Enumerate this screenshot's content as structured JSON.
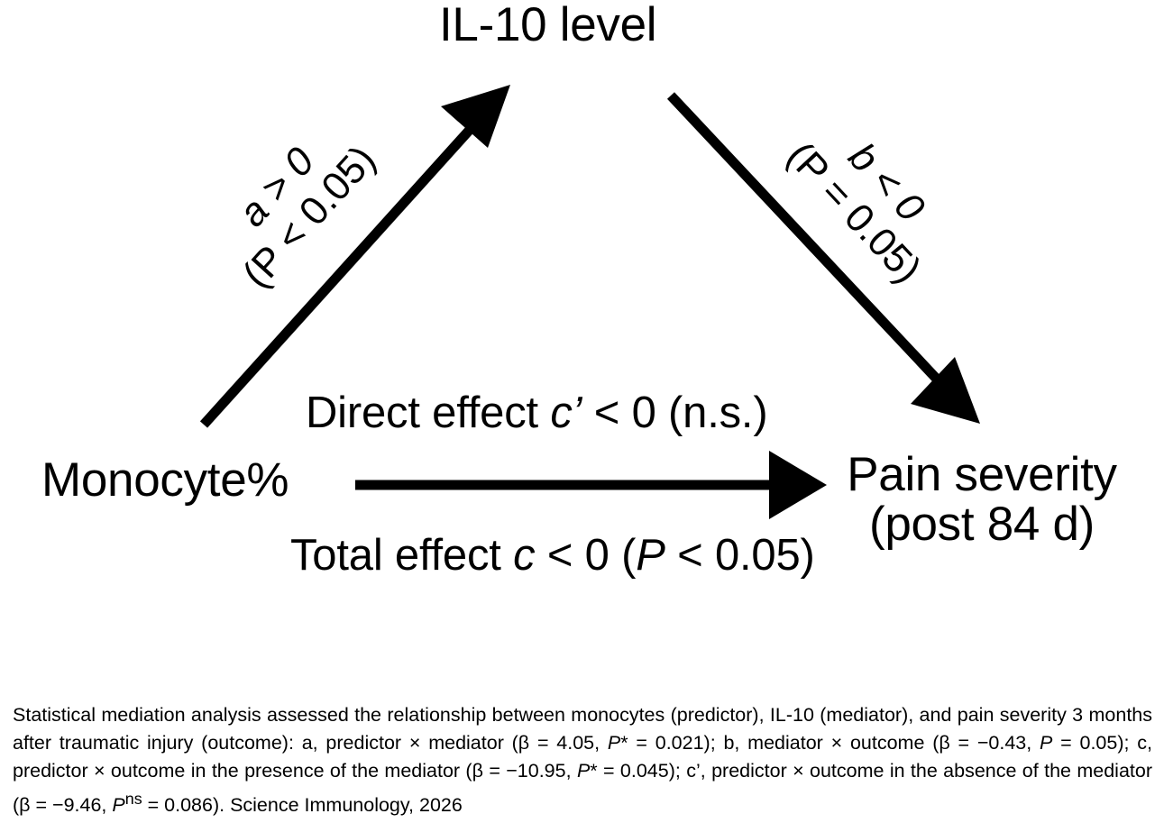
{
  "figure": {
    "type": "mediation-path-diagram",
    "nodes": {
      "mediator": "IL-10 level",
      "predictor": "Monocyte%",
      "outcome_line1": "Pain severity",
      "outcome_line2": "(post 84 d)"
    },
    "paths": {
      "a_line1": "a > 0",
      "a_line2": "(P < 0.05)",
      "b_line1": "b < 0",
      "b_line2": "(P = 0.05)",
      "direct_effect": "Direct effect c’ < 0 (n.s.)",
      "direct_effect_prefix": "Direct effect ",
      "direct_effect_symbol": "c’",
      "direct_effect_suffix": " < 0 (n.s.)",
      "total_effect_prefix": "Total effect ",
      "total_effect_symbol": "c",
      "total_effect_middle": " < 0 (",
      "total_effect_p": "P",
      "total_effect_suffix": " < 0.05)"
    },
    "colors": {
      "stroke": "#000000",
      "background": "#ffffff"
    }
  },
  "caption": {
    "text": "Statistical mediation analysis assessed the relationship between monocytes (predictor), IL-10 (mediator), and pain severity 3 months after traumatic injury (outcome): a, predictor × mediator (β = 4.05, P* = 0.021); b, mediator × outcome (β = −0.43, P = 0.05); c, predictor × outcome in the presence of the mediator (β = −10.95, P* = 0.045); c’, predictor × outcome in the absence of the mediator (β = −9.46, Pns = 0.086). Science Immunology, 2026",
    "segments": {
      "s1": "Statistical mediation analysis assessed the relationship between monocytes (predictor), IL-10 (mediator), and pain severity 3 months after traumatic injury (outcome): a, predictor × mediator (β = 4.05, ",
      "p1": "P",
      "s2": "* = 0.021); b, mediator × outcome (β = −0.43, ",
      "p2": "P",
      "s3": " = 0.05); c, predictor × outcome in the presence of the mediator (β = −10.95, ",
      "p3": "P",
      "s4": "* = 0.045); c’, predictor × outcome in the absence of the mediator (β = −9.46, ",
      "p4": "P",
      "sup4": "ns",
      "s5": " = 0.086). Science Immunology, 2026"
    },
    "journal": "Science Immunology",
    "year": "2026",
    "stats": {
      "a_beta": "4.05",
      "a_p": "0.021",
      "b_beta": "−0.43",
      "b_p": "0.05",
      "c_beta": "−10.95",
      "c_p": "0.045",
      "cprime_beta": "−9.46",
      "cprime_p": "0.086"
    }
  }
}
